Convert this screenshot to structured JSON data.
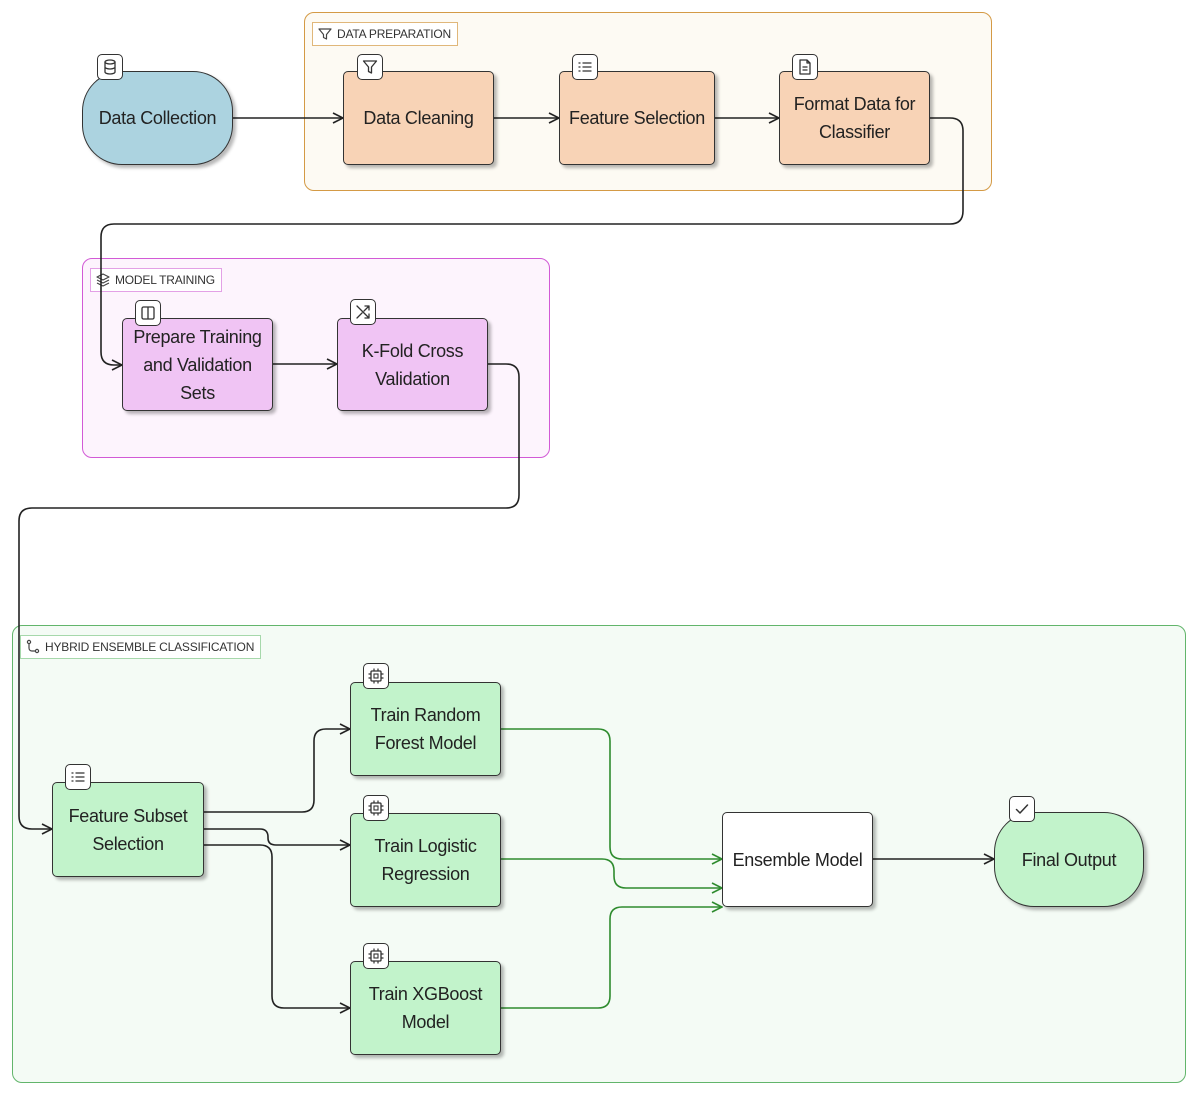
{
  "groups": {
    "data_preparation": {
      "label": "DATA PREPARATION",
      "color": "#d49a45"
    },
    "model_training": {
      "label": "MODEL TRAINING",
      "color": "#d25ad6"
    },
    "hybrid_ensemble": {
      "label": "HYBRID ENSEMBLE CLASSIFICATION",
      "color": "#62b56b"
    }
  },
  "nodes": {
    "data_collection": {
      "label": "Data Collection",
      "icon": "database-icon"
    },
    "data_cleaning": {
      "label": "Data Cleaning",
      "icon": "filter-icon"
    },
    "feature_selection": {
      "label": "Feature Selection",
      "icon": "list-icon"
    },
    "format_data": {
      "label": "Format Data for Classifier",
      "icon": "document-icon"
    },
    "prepare_sets": {
      "label": "Prepare Training and Validation Sets",
      "icon": "columns-icon"
    },
    "kfold": {
      "label": "K-Fold Cross Validation",
      "icon": "shuffle-icon"
    },
    "feature_subset": {
      "label": "Feature Subset Selection",
      "icon": "list-icon"
    },
    "train_rf": {
      "label": "Train Random Forest Model",
      "icon": "cpu-icon"
    },
    "train_lr": {
      "label": "Train Logistic Regression",
      "icon": "cpu-icon"
    },
    "train_xgb": {
      "label": "Train XGBoost Model",
      "icon": "cpu-icon"
    },
    "ensemble": {
      "label": "Ensemble Model"
    },
    "final_output": {
      "label": "Final Output",
      "icon": "check-icon"
    }
  },
  "edges": [
    {
      "from": "data_collection",
      "to": "data_cleaning"
    },
    {
      "from": "data_cleaning",
      "to": "feature_selection"
    },
    {
      "from": "feature_selection",
      "to": "format_data"
    },
    {
      "from": "format_data",
      "to": "prepare_sets"
    },
    {
      "from": "prepare_sets",
      "to": "kfold"
    },
    {
      "from": "kfold",
      "to": "feature_subset"
    },
    {
      "from": "feature_subset",
      "to": "train_rf"
    },
    {
      "from": "feature_subset",
      "to": "train_lr"
    },
    {
      "from": "feature_subset",
      "to": "train_xgb"
    },
    {
      "from": "train_rf",
      "to": "ensemble"
    },
    {
      "from": "train_lr",
      "to": "ensemble"
    },
    {
      "from": "train_xgb",
      "to": "ensemble"
    },
    {
      "from": "ensemble",
      "to": "final_output"
    }
  ],
  "colors": {
    "edge": "#222222",
    "ensemble_edge": "#2e8b2e"
  }
}
